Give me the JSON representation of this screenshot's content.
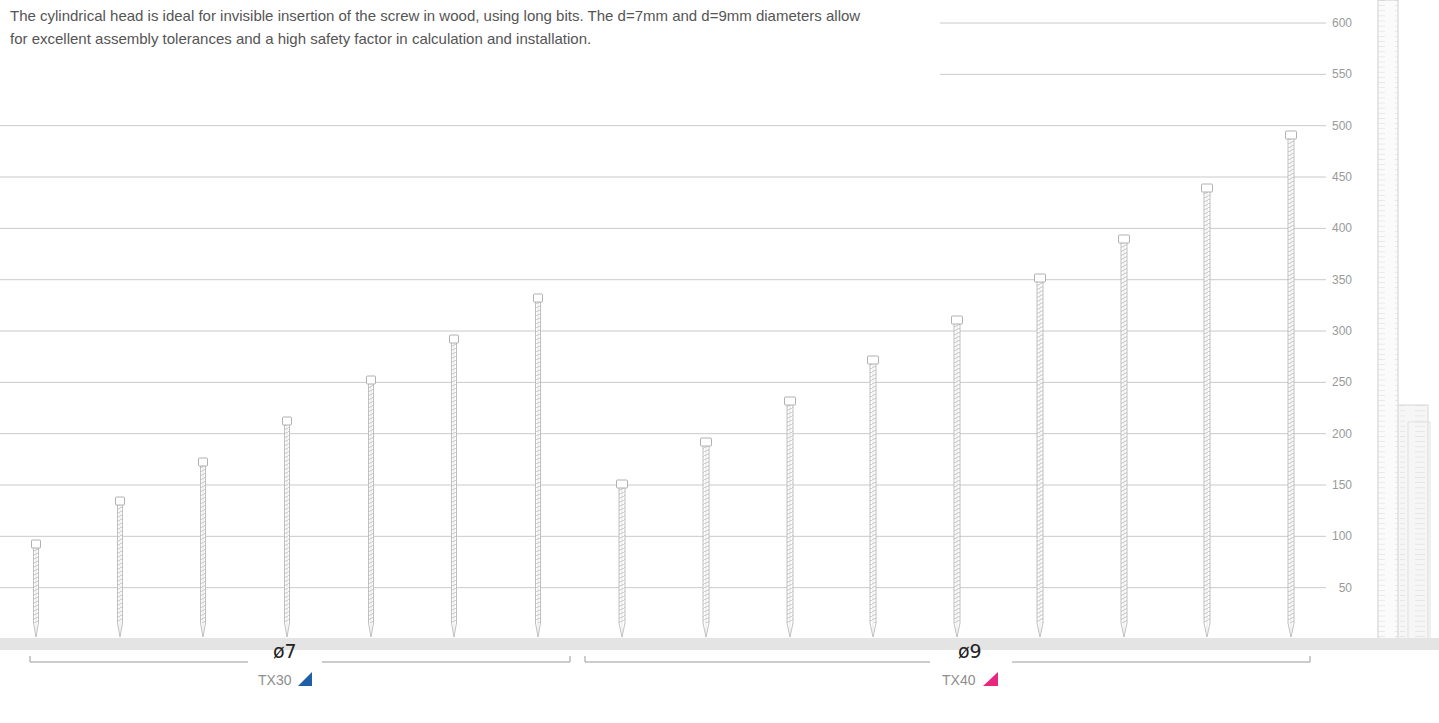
{
  "diagram": {
    "labels": [
      "The cylindrical head is ideal for invisible insertion of the screw in wood, using long bits. The d=7mm and d=9mm diameters allow for excellent assembly tolerances and a high safety factor in calculation and installation.",
      "600",
      "550",
      "500",
      "450",
      "400",
      "350",
      "300",
      "250",
      "200",
      "150",
      "100",
      "50",
      "ø7",
      "TX30",
      "ø9",
      "TX40"
    ]
  }
}
